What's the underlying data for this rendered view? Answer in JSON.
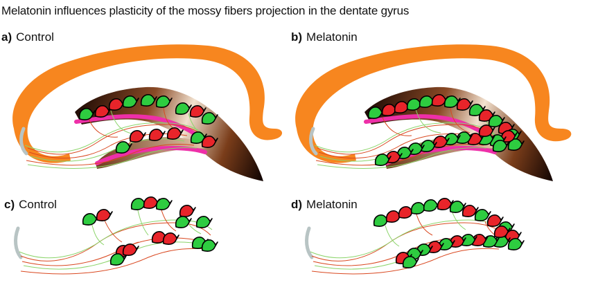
{
  "title": "Melatonin influences plasticity of the mossy fibers projection in the dentate gyrus",
  "colors": {
    "ca_band": "#F7861F",
    "granule_layer_dark": "#2A0E04",
    "granule_layer_light": "#F4E6D6",
    "molecular_layer": "#EE2FA8",
    "fiber_red": "#D9471F",
    "fiber_green": "#8BD46A",
    "neuron_green": "#2ECC40",
    "neuron_red": "#E8242A",
    "neuron_outline": "#000000",
    "hilus_grey": "#B8C4C4"
  },
  "panels": [
    {
      "id": "a",
      "letter": "a)",
      "label": "Control",
      "neurons": [
        "green",
        "red",
        "red",
        "green",
        "green",
        "green",
        "green",
        "red",
        "green",
        "red",
        "red",
        "green",
        "red",
        "green",
        "red"
      ]
    },
    {
      "id": "b",
      "letter": "b)",
      "label": "Melatonin",
      "neurons": [
        "green",
        "red",
        "red",
        "green",
        "green",
        "red",
        "green",
        "red",
        "green",
        "red",
        "green",
        "red",
        "green",
        "green",
        "red",
        "green",
        "green",
        "red",
        "green",
        "green",
        "red",
        "green",
        "green",
        "green",
        "red",
        "green",
        "red",
        "green"
      ]
    },
    {
      "id": "c",
      "letter": "c)",
      "label": "Control",
      "neurons": [
        "green",
        "red",
        "green",
        "red",
        "green",
        "red",
        "green",
        "green",
        "red",
        "red",
        "green",
        "green",
        "red",
        "green",
        "red"
      ]
    },
    {
      "id": "d",
      "letter": "d)",
      "label": "Melatonin",
      "neurons": [
        "green",
        "red",
        "red",
        "green",
        "green",
        "red",
        "green",
        "red",
        "green",
        "red",
        "green",
        "red",
        "green",
        "green",
        "red",
        "green",
        "red",
        "green",
        "red",
        "green",
        "green",
        "red",
        "green",
        "red",
        "green"
      ]
    }
  ]
}
